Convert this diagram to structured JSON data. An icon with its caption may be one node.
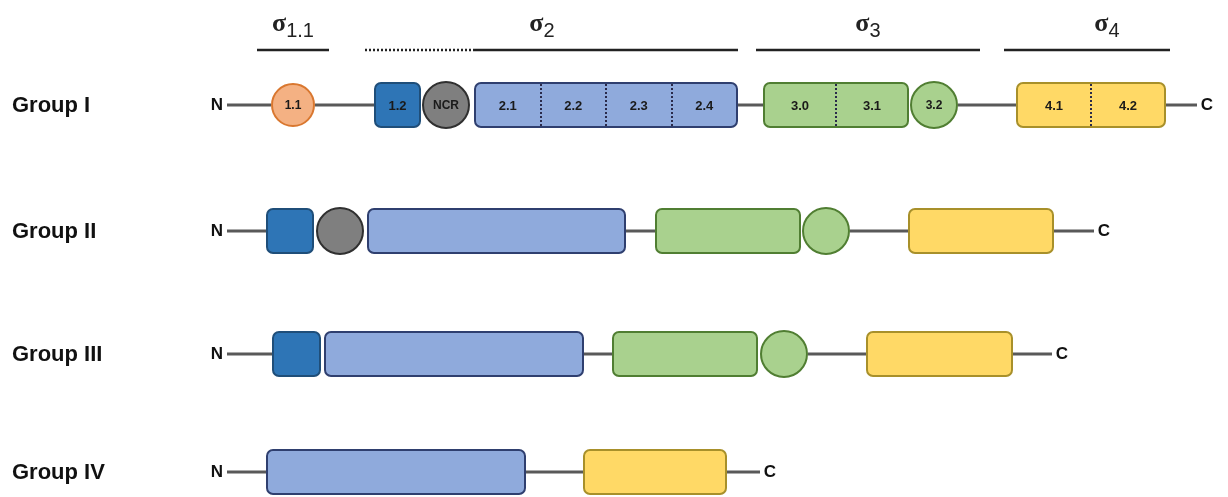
{
  "diagram": {
    "nodes": [
      {
        "text": [
          "N"
        ]
      },
      {
        "text": [
          "1.1"
        ]
      },
      {
        "text": [
          "1.2"
        ]
      },
      {
        "text": [
          "NCR"
        ]
      },
      {
        "text": [
          "2.1",
          "2.2",
          "2.3",
          "2.4"
        ]
      },
      {
        "text": [
          "3.0",
          "3.1"
        ]
      },
      {
        "text": [
          "3.2"
        ]
      },
      {
        "text": [
          "4.1",
          "4.2"
        ]
      },
      {
        "text": [
          "C"
        ]
      },
      {
        "text": [
          "N"
        ]
      },
      {
        "text": [],
        "shape": "box"
      },
      {
        "text": [],
        "shape": "circle"
      },
      {
        "text": [],
        "shape": "box"
      },
      {
        "text": [],
        "shape": "box"
      },
      {
        "text": [],
        "shape": "circle"
      },
      {
        "text": [],
        "shape": "box"
      },
      {
        "text": [
          "C"
        ]
      },
      {
        "text": [
          "N"
        ]
      },
      {
        "text": [],
        "shape": "box"
      },
      {
        "text": [],
        "shape": "box"
      },
      {
        "text": [],
        "shape": "box"
      },
      {
        "text": [],
        "shape": "circle"
      },
      {
        "text": [],
        "shape": "box"
      },
      {
        "text": [
          "C"
        ]
      },
      {
        "text": [
          "N"
        ]
      },
      {
        "text": [],
        "shape": "box"
      },
      {
        "text": [],
        "shape": "box"
      },
      {
        "text": [
          "C"
        ]
      }
    ],
    "edges": [
      {
        "from": 0,
        "to": 1,
        "arrow": "none"
      },
      {
        "from": 1,
        "to": 2,
        "arrow": "none"
      },
      {
        "from": 4,
        "to": 5,
        "arrow": "none"
      },
      {
        "from": 6,
        "to": 7,
        "arrow": "none"
      },
      {
        "from": 7,
        "to": 8,
        "arrow": "none"
      },
      {
        "from": 9,
        "to": 10,
        "arrow": "none"
      },
      {
        "from": 12,
        "to": 13,
        "arrow": "none"
      },
      {
        "from": 14,
        "to": 15,
        "arrow": "none"
      },
      {
        "from": 15,
        "to": 16,
        "arrow": "none"
      },
      {
        "from": 17,
        "to": 18,
        "arrow": "none"
      },
      {
        "from": 19,
        "to": 20,
        "arrow": "none"
      },
      {
        "from": 21,
        "to": 22,
        "arrow": "none"
      },
      {
        "from": 22,
        "to": 23,
        "arrow": "none"
      },
      {
        "from": 24,
        "to": 25,
        "arrow": "none"
      },
      {
        "from": 25,
        "to": 26,
        "arrow": "none"
      },
      {
        "from": 26,
        "to": 27,
        "arrow": "none"
      }
    ],
    "labels": [
      "σ$_{1.1}$",
      "σ$_{2}$",
      "σ$_{3}$",
      "σ$_{4}$",
      "Group I",
      "Group II",
      "Group III",
      "Group IV"
    ]
  }
}
